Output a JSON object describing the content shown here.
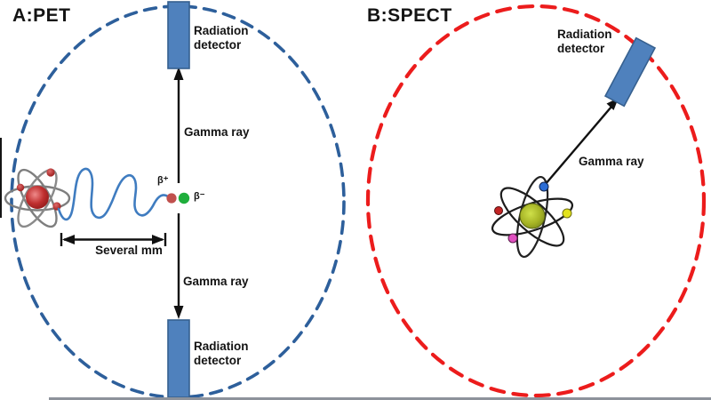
{
  "pet": {
    "title": "A:PET",
    "detector_top_label": "Radiation\ndetector",
    "detector_bottom_label": "Radiation\ndetector",
    "gamma_ray_top_label": "Gamma ray",
    "gamma_ray_bottom_label": "Gamma ray",
    "distance_label": "Several mm",
    "positron_label": "β⁺",
    "electron_label": "β⁻",
    "ring_color": "#2d5f9b"
  },
  "spect": {
    "title": "B:SPECT",
    "detector_label": "Radiation\ndetector",
    "gamma_ray_label": "Gamma ray",
    "ring_color": "#ec1c1c"
  },
  "colors": {
    "detector_fill": "#4f81bd",
    "detector_border": "#36608f",
    "positron_dot": "#c0504d",
    "annihilation_dot": "#1fae3c",
    "positron_path": "#3f7cc0",
    "pet_nucleus": "#a81f1f",
    "pet_orbit": "#7e7e7e",
    "spect_nucleus": "#9fae1f",
    "spect_orbit": "#1c1c1c",
    "electron_blue": "#2b6cd4",
    "electron_red": "#c22424",
    "electron_yellow": "#e3e31e",
    "electron_magenta": "#e050c0",
    "arrow": "#111111"
  }
}
